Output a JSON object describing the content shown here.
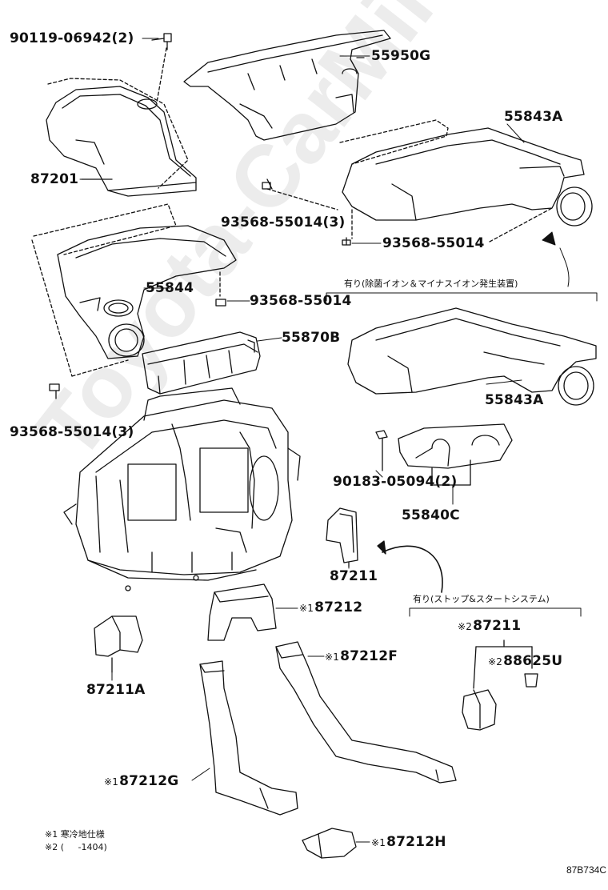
{
  "watermark": "Toyota-CarMine.ru",
  "diagram_code": "87B734C",
  "labels": {
    "bolt_top": "90119-06942(2)",
    "duct_55950G": "55950G",
    "duct_55843A_top": "55843A",
    "duct_87201": "87201",
    "screw_left_upper": "93568-55014(3)",
    "screw_right": "93568-55014",
    "duct_55844": "55844",
    "screw_mid": "93568-55014",
    "duct_55870B": "55870B",
    "duct_55843A_bottom": "55843A",
    "screw_left_lower": "93568-55014(3)",
    "clip_90183": "90183-05094(2)",
    "register_55840C": "55840C",
    "duct_87211": "87211",
    "duct_87212": "87212",
    "duct_87211A": "87211A",
    "duct_87212F": "87212F",
    "duct_87211_stop": "87211",
    "part_88625U": "88625U",
    "duct_87212G": "87212G",
    "duct_87212H": "87212H"
  },
  "marks": {
    "m1": "※1",
    "m2": "※2"
  },
  "group_notes": {
    "ion": "有り(除菌イオン＆マイナスイオン発生装置)",
    "stop_start": "有り(ストップ&スタートシステム)"
  },
  "legend": {
    "note1": "※1 寒冷地仕様",
    "note2": "※2 (     -1404)"
  }
}
